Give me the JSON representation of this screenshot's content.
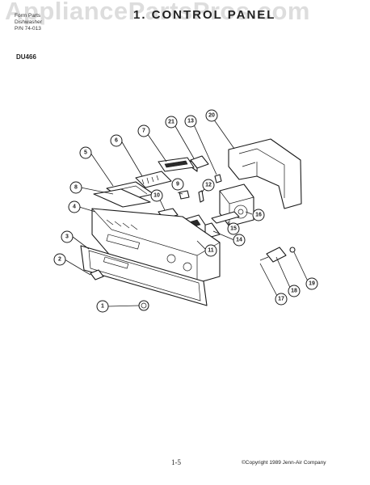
{
  "watermark": "AppliancePartsPros.com",
  "header": {
    "left_lines": [
      "Form Parts",
      "Dishwasher",
      "P/N 74-013"
    ],
    "title": "1. CONTROL PANEL"
  },
  "model": "DU466",
  "callouts": [
    "1",
    "2",
    "3",
    "4",
    "5",
    "6",
    "7",
    "8",
    "9",
    "10",
    "11",
    "12",
    "13",
    "14",
    "15",
    "16",
    "17",
    "18",
    "19",
    "20",
    "21"
  ],
  "footer": {
    "page_number": "1-5",
    "copyright": "©Copyright 1989 Jenn-Air Company"
  }
}
